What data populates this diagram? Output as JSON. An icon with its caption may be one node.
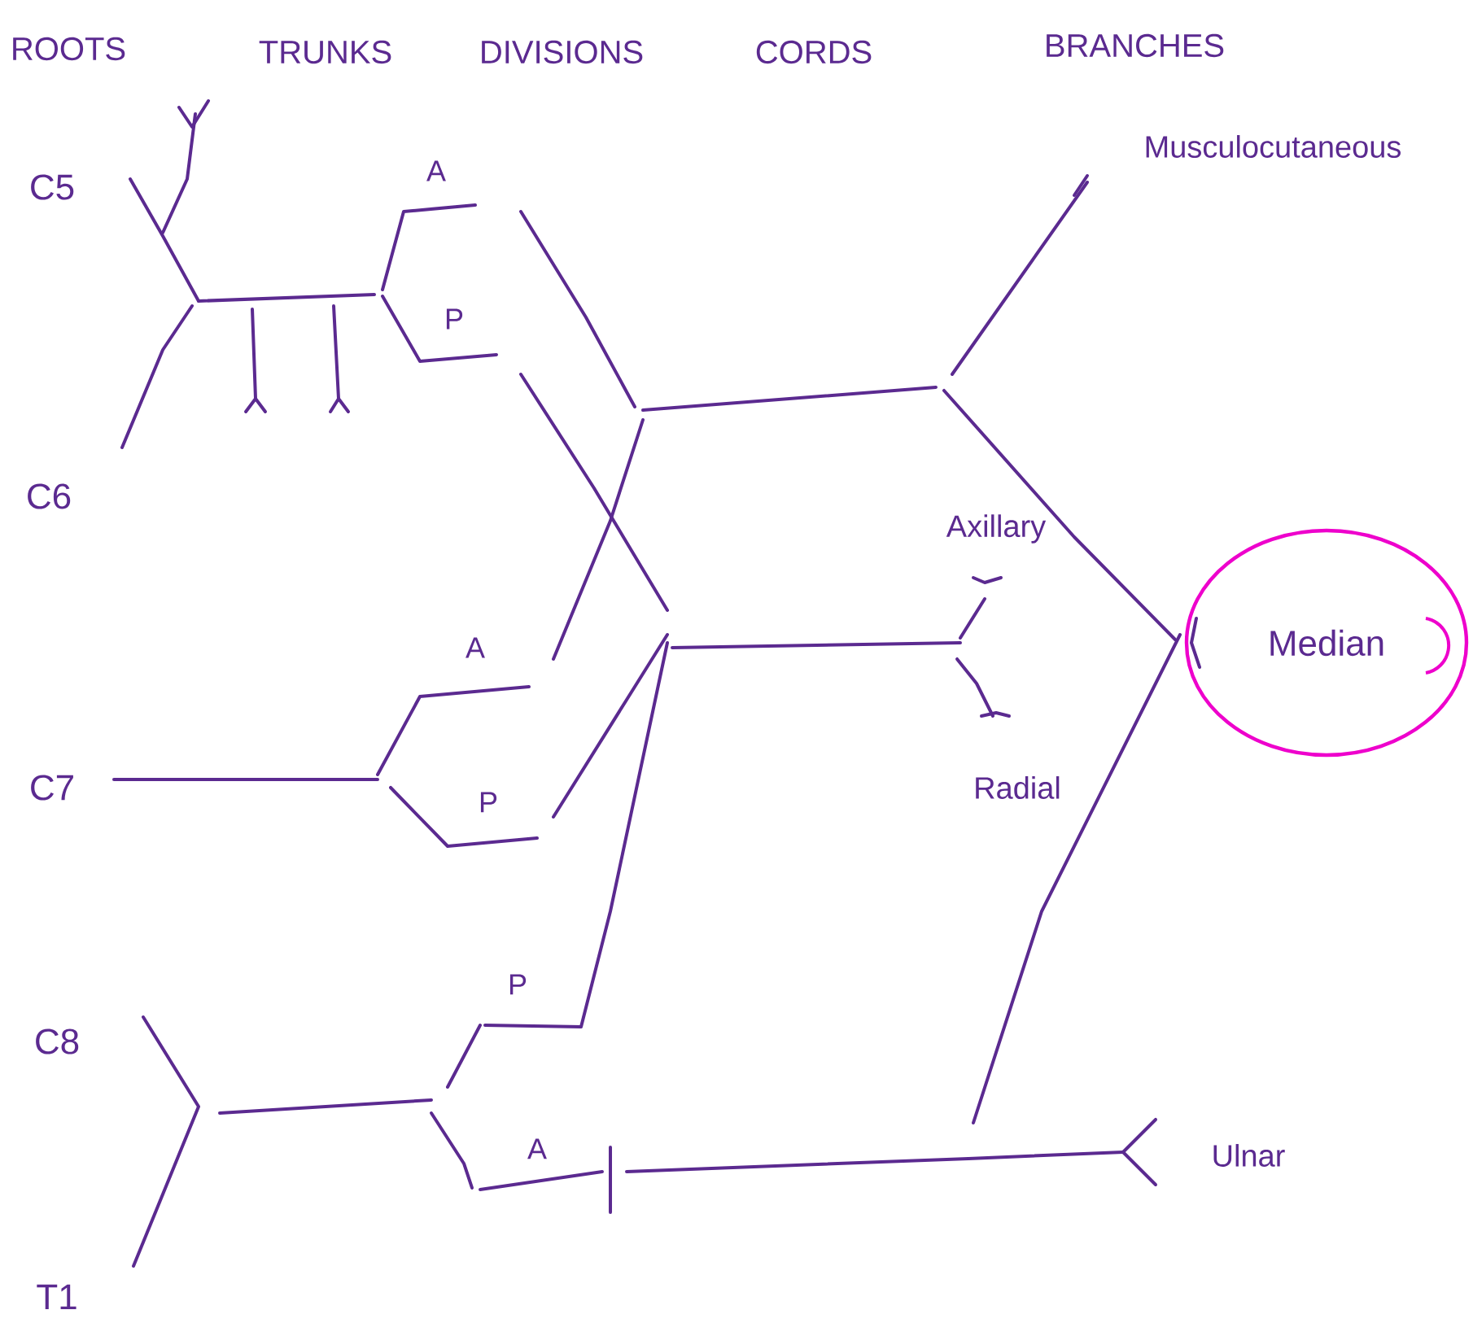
{
  "diagram": {
    "nodes": [
      {
        "text": [
          "Median"
        ]
      }
    ],
    "labels": [
      "ROOTS",
      "TRUNKS",
      "DIVISIONS",
      "CORDS",
      "BRANCHES",
      "C5",
      "A",
      "P",
      "C6",
      "A",
      "C7",
      "P",
      "P",
      "C8",
      "A",
      "T1",
      "Musculocutaneous",
      "Axillary",
      "Radial",
      "Ulnar"
    ]
  }
}
